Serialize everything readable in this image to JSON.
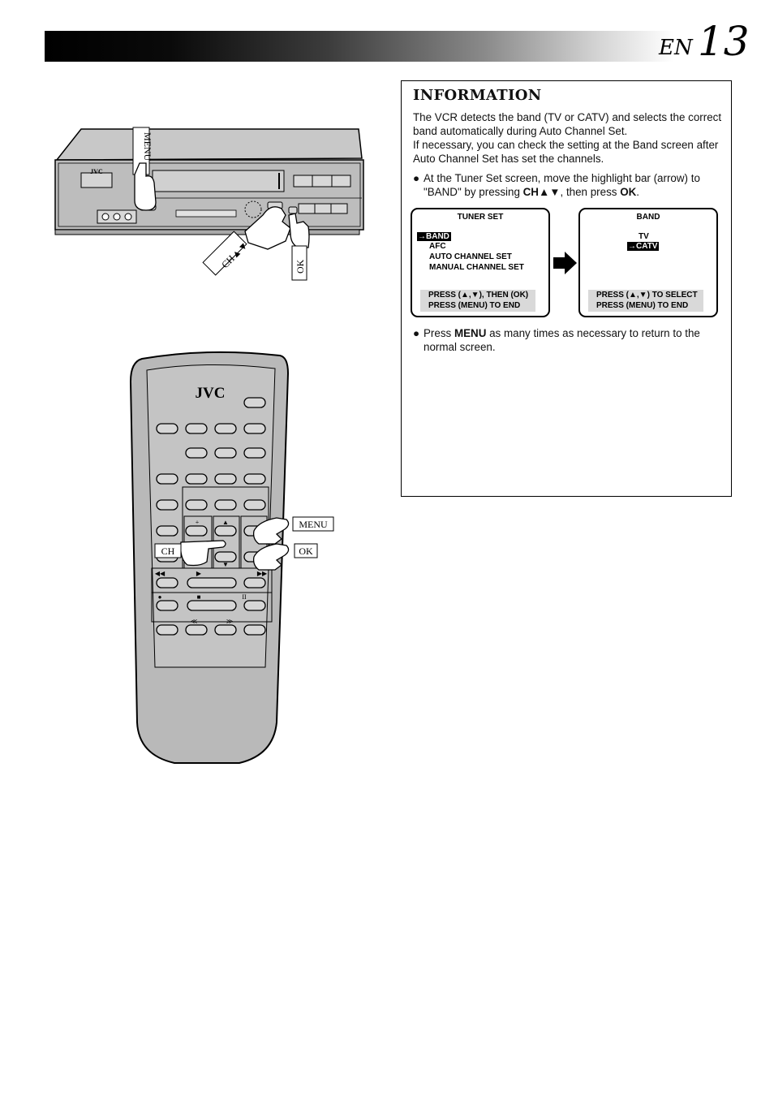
{
  "header": {
    "lang": "EN",
    "page_number": "13"
  },
  "info": {
    "title": "INFORMATION",
    "para_1": "The VCR detects the band (TV or CATV) and selects the correct band automatically during Auto Channel Set.",
    "para_2": "If necessary, you can check the setting at the Band screen after Auto Channel Set has set the channels.",
    "bullet_1": {
      "text_a": "At the Tuner Set screen, move the highlight bar (arrow) to \"BAND\" by pressing ",
      "key_ch": "CH▲▼",
      "text_b": ", then press ",
      "key_ok": "OK",
      "text_c": "."
    },
    "bullet_2": {
      "text_a": "Press ",
      "key_menu": "MENU",
      "text_b": " as many times as necessary to return to the normal screen."
    },
    "bullet_glyph": "●"
  },
  "screen_tuner": {
    "title": "TUNER SET",
    "items": [
      "BAND",
      "AFC",
      "AUTO CHANNEL SET",
      "MANUAL CHANNEL SET"
    ],
    "pointer": "→",
    "footer_1": "PRESS (▲,▼), THEN (OK)",
    "footer_2": "PRESS (MENU) TO END"
  },
  "screen_band": {
    "title": "BAND",
    "items": [
      "TV",
      "CATV"
    ],
    "pointer": "→",
    "footer_1": "PRESS (▲,▼) TO SELECT",
    "footer_2": "PRESS (MENU) TO END"
  },
  "vcr": {
    "brand": "JVC",
    "label_menu": "MENU",
    "label_ch": "CH▲▼",
    "label_ok": "OK"
  },
  "remote": {
    "brand": "JVC",
    "label_menu": "MENU",
    "label_ch": "CH",
    "label_ok": "OK",
    "sym_plus": "+",
    "sym_minus": "–",
    "sym_up": "▲",
    "sym_down": "▼",
    "sym_rew": "◀◀",
    "sym_play": "▶",
    "sym_ff": "▶▶",
    "sym_rec": "●",
    "sym_stop": "■",
    "sym_pause": "II",
    "sym_skip_back": "≪",
    "sym_skip_fwd": "≫"
  },
  "colors": {
    "device_gray": "#b9b9b9",
    "osd_footer": "#d9d9d9"
  }
}
